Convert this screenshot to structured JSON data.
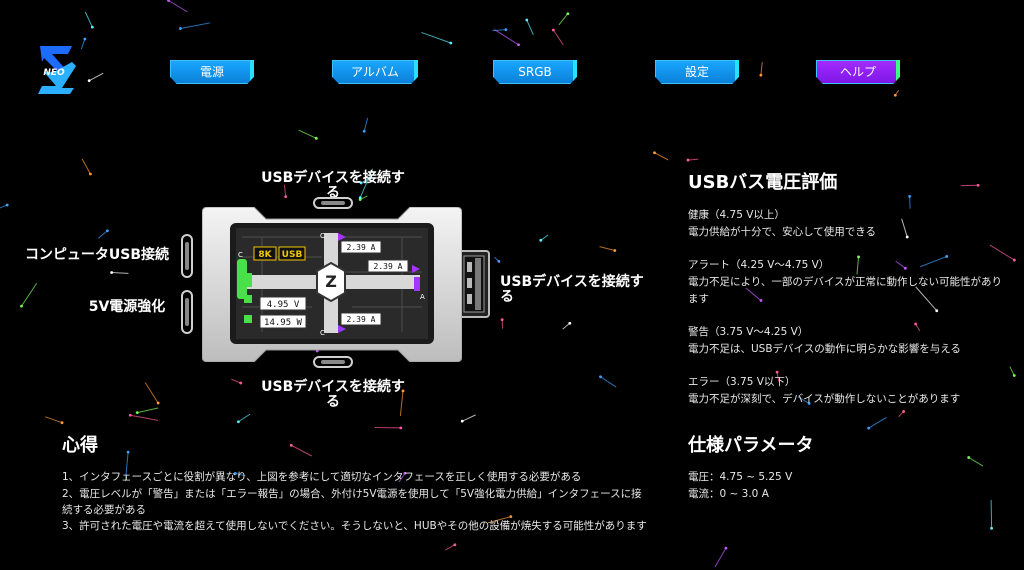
{
  "nav": {
    "tabs": [
      {
        "label": "電源",
        "active": false
      },
      {
        "label": "アルバム",
        "active": false
      },
      {
        "label": "SRGB",
        "active": false
      },
      {
        "label": "設定",
        "active": false
      },
      {
        "label": "ヘルプ",
        "active": true
      }
    ]
  },
  "diagram": {
    "label_top": "USBデバイスを接続する",
    "label_left_1": "コンピュータUSB接続",
    "label_left_2": "5V電源強化",
    "label_right": "USBデバイスを接続する",
    "label_bottom": "USBデバイスを接続する",
    "screen": {
      "badge_8k": "8K",
      "badge_usb": "USB",
      "reading_1": "2.39 A",
      "reading_2": "2.39 A",
      "reading_3": "4.95 V",
      "reading_4": "14.95 W",
      "reading_5": "2.39 A",
      "port_c": "C",
      "port_a": "A"
    }
  },
  "usb_eval": {
    "title": "USBバス電圧評価",
    "items": [
      {
        "head": "健康（4.75 V以上）",
        "desc": "電力供給が十分で、安心して使用できる"
      },
      {
        "head": "アラート（4.25 V〜4.75 V）",
        "desc": "電力不足により、一部のデバイスが正常に動作しない可能性があります"
      },
      {
        "head": "警告（3.75 V〜4.25 V）",
        "desc": "電力不足は、USBデバイスの動作に明らかな影響を与える"
      },
      {
        "head": "エラー（3.75 V以下）",
        "desc": "電力不足が深刻で、デバイスが動作しないことがあります"
      }
    ]
  },
  "tips": {
    "title": "心得",
    "lines": [
      "1、インタフェースごとに役割が異なり、上図を参考にして適切なインタフェースを正しく使用する必要がある",
      "2、電圧レベルが「警告」または「エラー報告」の場合、外付け5V電源を使用して「5V強化電力供給」インタフェースに接",
      "続する必要がある",
      "3、許可された電圧や電流を超えて使用しないでください。そうしないと、HUBやその他の設備が焼失する可能性があります"
    ]
  },
  "specs": {
    "title": "仕様パラメータ",
    "voltage": "電圧：4.75 ~ 5.25 V",
    "current": "電流：0 ~ 3.0 A"
  }
}
